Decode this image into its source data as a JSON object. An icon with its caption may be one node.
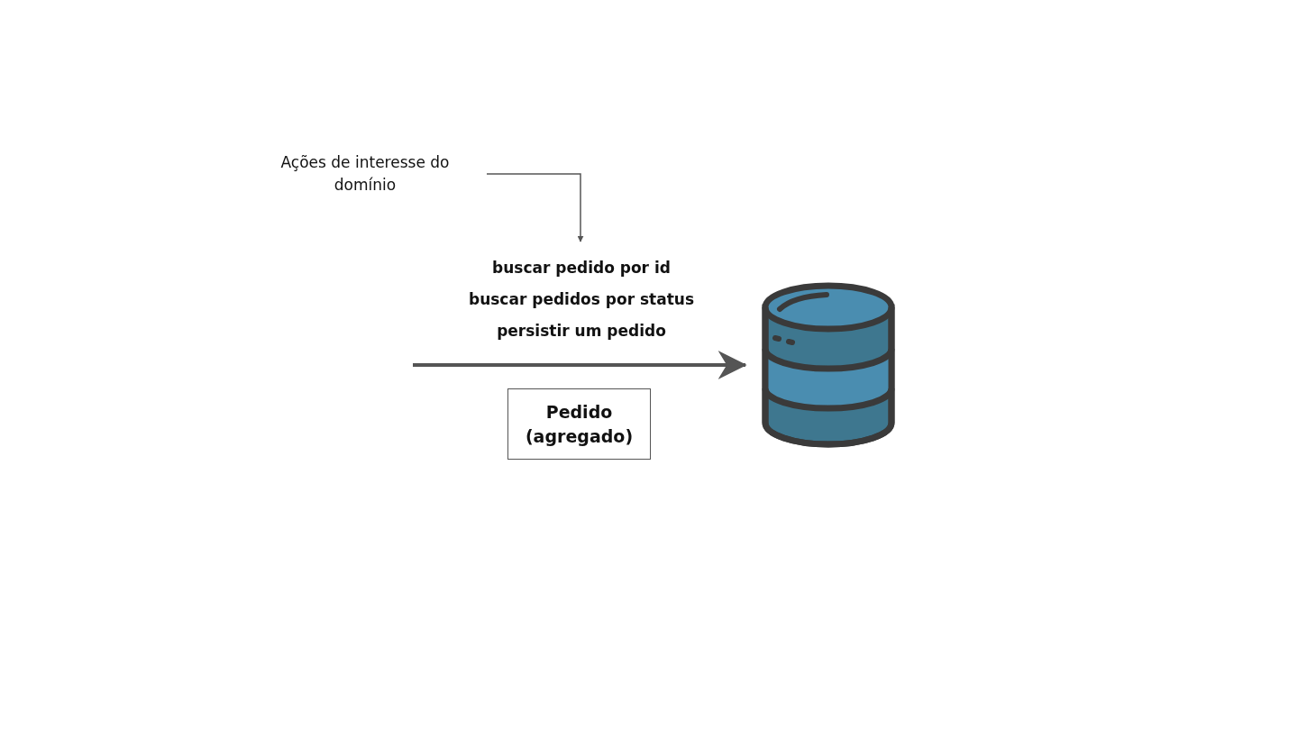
{
  "diagram": {
    "nodes": [
      {
        "text": [
          "Ações de interesse do domínio"
        ]
      },
      {
        "text": [
          "buscar pedido por id",
          "buscar pedidos por status",
          "persistir um pedido"
        ]
      },
      {
        "text": [],
        "shape": "cylinder"
      },
      {
        "text": [
          "Pedido (agregado)"
        ]
      }
    ],
    "edges": [
      {
        "from": 0,
        "to": 1,
        "arrow": "to"
      },
      {
        "from": null,
        "to": 2,
        "arrow": "to",
        "style": "thick"
      }
    ]
  }
}
